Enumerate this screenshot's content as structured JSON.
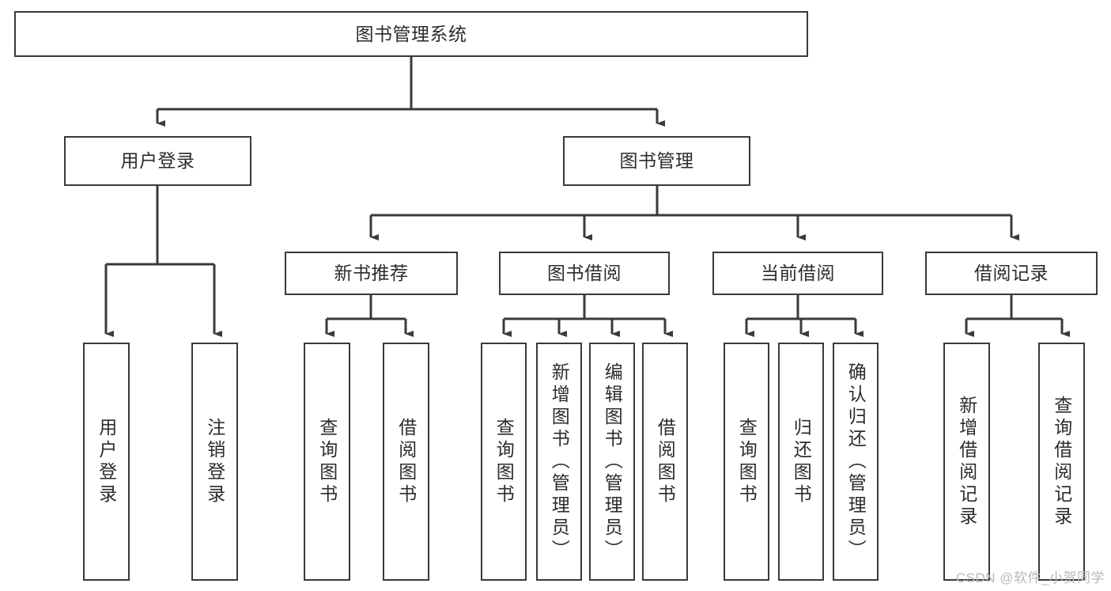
{
  "diagram": {
    "type": "tree-hierarchy-chart",
    "title": "图书管理系统",
    "watermark": "CSDN @软件_小贺同学",
    "colors": {
      "box_border": "#3a3a3a",
      "box_fill": "#ffffff",
      "connector": "#3a3a3a",
      "text": "#2c2c2c",
      "watermark": "#b9b9b9"
    },
    "levels": {
      "root": "图书管理系统",
      "level2": [
        "用户登录",
        "图书管理"
      ],
      "level3": [
        "新书推荐",
        "图书借阅",
        "当前借阅",
        "借阅记录"
      ]
    },
    "nodes": {
      "root": {
        "label": "图书管理系统"
      },
      "user_login": {
        "label": "用户登录"
      },
      "book_mgmt": {
        "label": "图书管理"
      },
      "new_book_rec": {
        "label": "新书推荐"
      },
      "book_borrow": {
        "label": "图书借阅"
      },
      "current_borrow": {
        "label": "当前借阅"
      },
      "borrow_record": {
        "label": "借阅记录"
      },
      "leaf_user_login": {
        "label": "用户登录"
      },
      "leaf_logout": {
        "label": "注销登录"
      },
      "leaf_query_book_a": {
        "label": "查询图书"
      },
      "leaf_borrow_book_a": {
        "label": "借阅图书"
      },
      "leaf_query_book_b": {
        "label": "查询图书"
      },
      "leaf_add_book_admin": {
        "label": "新增图书（管理员）"
      },
      "leaf_edit_book_admin": {
        "label": "编辑图书（管理员）"
      },
      "leaf_borrow_book_b": {
        "label": "借阅图书"
      },
      "leaf_query_book_c": {
        "label": "查询图书"
      },
      "leaf_return_book": {
        "label": "归还图书"
      },
      "leaf_confirm_return_admin": {
        "label": "确认归还（管理员）"
      },
      "leaf_add_record": {
        "label": "新增借阅记录"
      },
      "leaf_query_record": {
        "label": "查询借阅记录"
      }
    },
    "edges": [
      {
        "from": "root",
        "to": "user_login"
      },
      {
        "from": "root",
        "to": "book_mgmt"
      },
      {
        "from": "user_login",
        "to": "leaf_user_login"
      },
      {
        "from": "user_login",
        "to": "leaf_logout"
      },
      {
        "from": "book_mgmt",
        "to": "new_book_rec"
      },
      {
        "from": "book_mgmt",
        "to": "book_borrow"
      },
      {
        "from": "book_mgmt",
        "to": "current_borrow"
      },
      {
        "from": "book_mgmt",
        "to": "borrow_record"
      },
      {
        "from": "new_book_rec",
        "to": "leaf_query_book_a"
      },
      {
        "from": "new_book_rec",
        "to": "leaf_borrow_book_a"
      },
      {
        "from": "book_borrow",
        "to": "leaf_query_book_b"
      },
      {
        "from": "book_borrow",
        "to": "leaf_add_book_admin"
      },
      {
        "from": "book_borrow",
        "to": "leaf_edit_book_admin"
      },
      {
        "from": "book_borrow",
        "to": "leaf_borrow_book_b"
      },
      {
        "from": "current_borrow",
        "to": "leaf_query_book_c"
      },
      {
        "from": "current_borrow",
        "to": "leaf_return_book"
      },
      {
        "from": "current_borrow",
        "to": "leaf_confirm_return_admin"
      },
      {
        "from": "borrow_record",
        "to": "leaf_add_record"
      },
      {
        "from": "borrow_record",
        "to": "leaf_query_record"
      }
    ]
  }
}
